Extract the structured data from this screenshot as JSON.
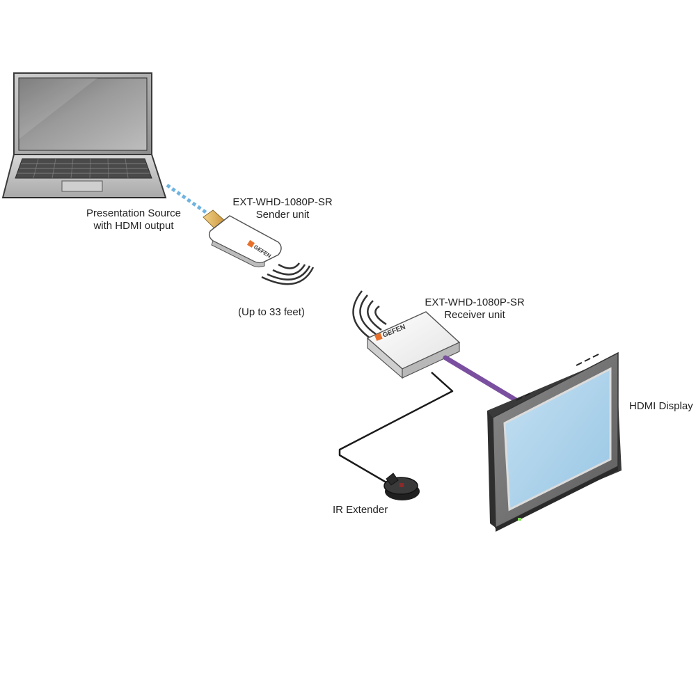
{
  "labels": {
    "source_line1": "Presentation Source",
    "source_line2": "with HDMI output",
    "sender_model": "EXT-WHD-1080P-SR",
    "sender_role": "Sender unit",
    "range": "(Up to 33 feet)",
    "receiver_model": "EXT-WHD-1080P-SR",
    "receiver_role": "Receiver unit",
    "display": "HDMI Display",
    "ir": "IR Extender"
  },
  "brand": "GEFEN",
  "colors": {
    "hdmi_cable": "#7b4fa0",
    "dashed_link": "#6fb3e0",
    "screen": "#a8d0ea",
    "brand_orange": "#e8702a"
  }
}
